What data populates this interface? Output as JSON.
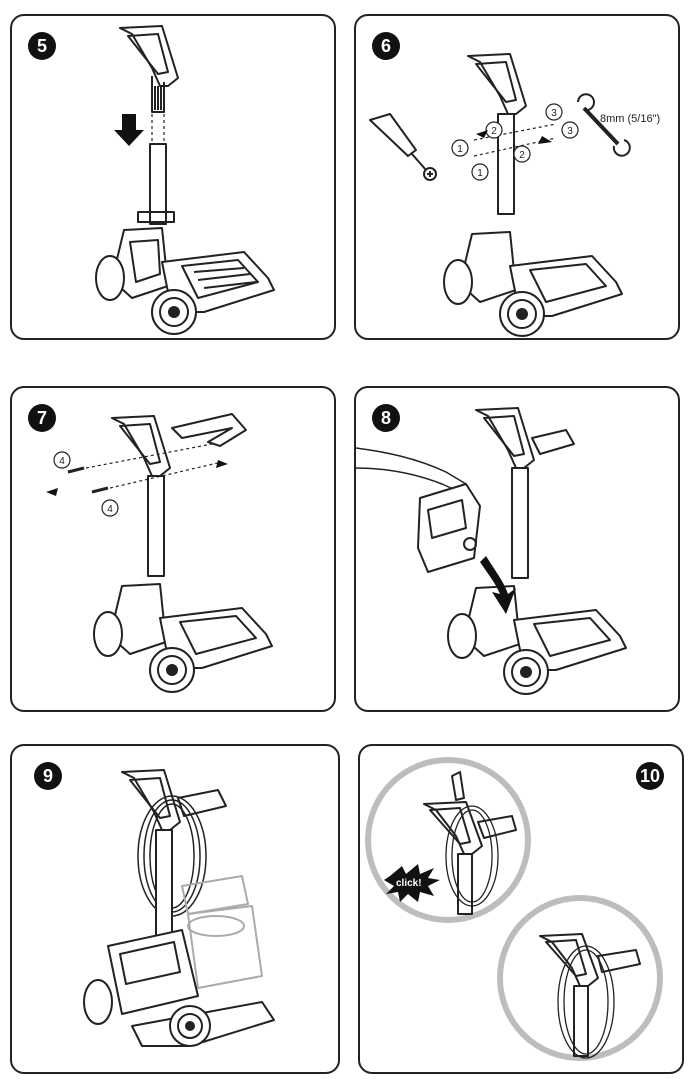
{
  "steps": {
    "s5": "5",
    "s6": "6",
    "s7": "7",
    "s8": "8",
    "s9": "9",
    "s10": "10"
  },
  "callouts": {
    "n1": "1",
    "n2": "2",
    "n3": "3",
    "n4": "4",
    "wrench_size": "8mm (5/16\")",
    "click": "click!"
  },
  "colors": {
    "stroke": "#222222",
    "panel_border": "#222222",
    "badge": "#111111",
    "circle_border": "#bdbdbd"
  }
}
